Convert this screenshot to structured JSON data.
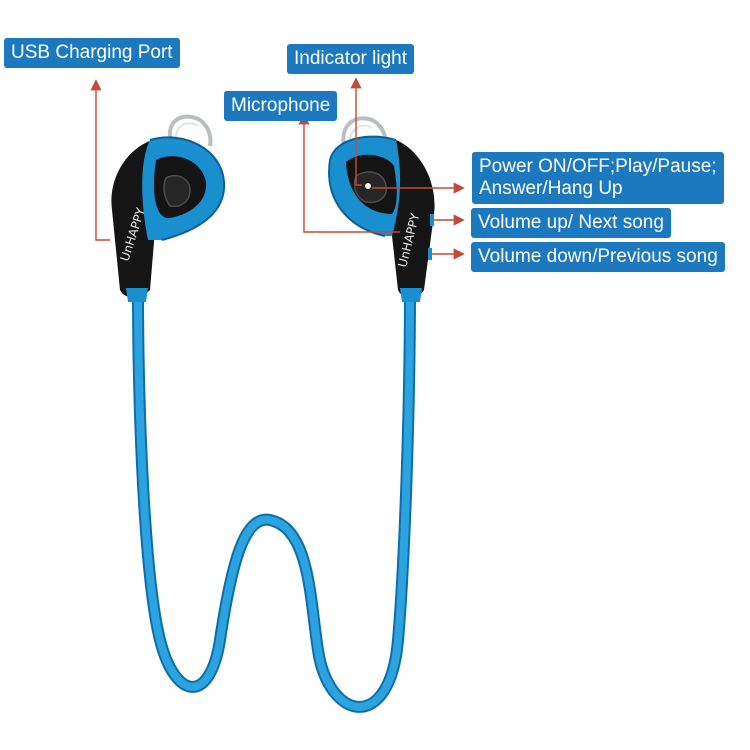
{
  "brand": "UnHAPPY",
  "colors": {
    "label_bg": "#1c79c0",
    "label_text": "#ffffff",
    "leader_line": "#c24a3a",
    "cable": "#1c8fcf",
    "shell_blue": "#1a8fd0",
    "shell_black": "#151515"
  },
  "labels": {
    "usb_port": "USB Charging Port",
    "indicator": "Indicator light",
    "microphone": "Microphone",
    "power_line1": "Power ON/OFF;Play/Pause;",
    "power_line2": "Answer/Hang Up",
    "volume_up": "Volume up/ Next song",
    "volume_down": "Volume down/Previous song"
  }
}
